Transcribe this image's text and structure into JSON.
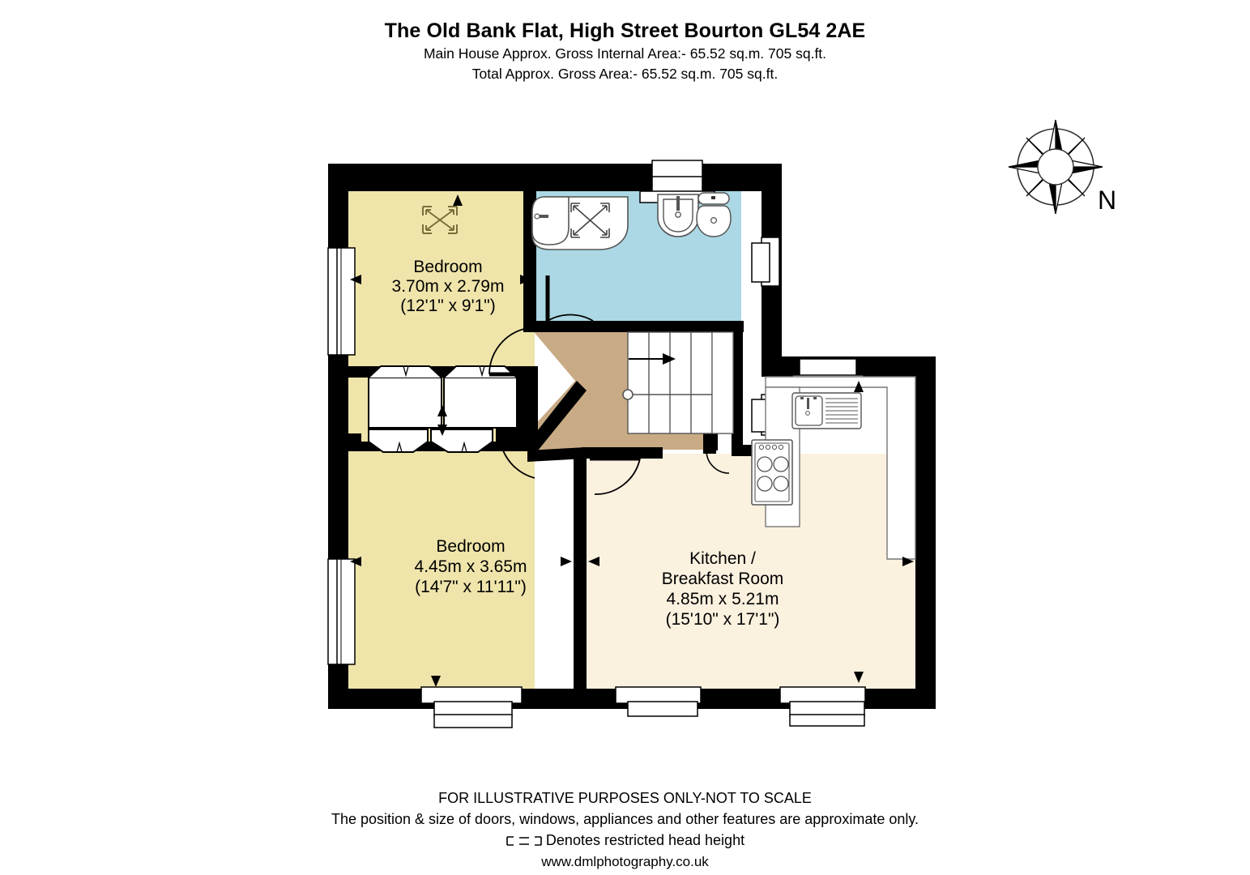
{
  "header": {
    "title": "The Old Bank Flat, High Street Bourton GL54 2AE",
    "line2": "Main House Approx. Gross Internal Area:- 65.52 sq.m. 705 sq.ft.",
    "line3": "Total Approx. Gross Area:- 65.52 sq.m. 705 sq.ft."
  },
  "compass": {
    "north_label": "N"
  },
  "rooms": [
    {
      "id": "bedroom-1",
      "name": "Bedroom",
      "dim_metric": "3.70m x 2.79m",
      "dim_imperial": "(12'1\" x 9'1\")",
      "color": "#EFE4AA"
    },
    {
      "id": "bedroom-2",
      "name": "Bedroom",
      "dim_metric": "4.45m x 3.65m",
      "dim_imperial": "(14'7\" x 11'11\")",
      "color": "#EFE4AA"
    },
    {
      "id": "kitchen-breakfast-room",
      "name_line1": "Kitchen /",
      "name_line2": "Breakfast Room",
      "dim_metric": "4.85m x 5.21m",
      "dim_imperial": "(15'10\" x 17'1\")",
      "color": "#FBF1DF"
    },
    {
      "id": "bathroom",
      "name": "",
      "color": "#ABD8E4"
    },
    {
      "id": "hallway",
      "name": "",
      "color": "#C8AB85"
    }
  ],
  "fixtures": [
    "bath-with-shower",
    "wash-basin",
    "toilet",
    "kitchen-sink-with-drainer",
    "four-burner-hob",
    "staircase-up",
    "built-in-wardrobes"
  ],
  "footer": {
    "line1": "FOR ILLUSTRATIVE PURPOSES ONLY-NOT TO SCALE",
    "line2": "The position & size of doors, windows, appliances and other features are approximate only.",
    "line3": "Denotes restricted head height",
    "line4": "www.dmlphotography.co.uk"
  },
  "colors": {
    "wall": "#000000",
    "bedroom": "#EFE4AA",
    "bathroom": "#ABD8E4",
    "kitchen": "#FBF1DF",
    "hallway": "#C8AB85",
    "white": "#FFFFFF",
    "fixture_outline": "#808080"
  }
}
